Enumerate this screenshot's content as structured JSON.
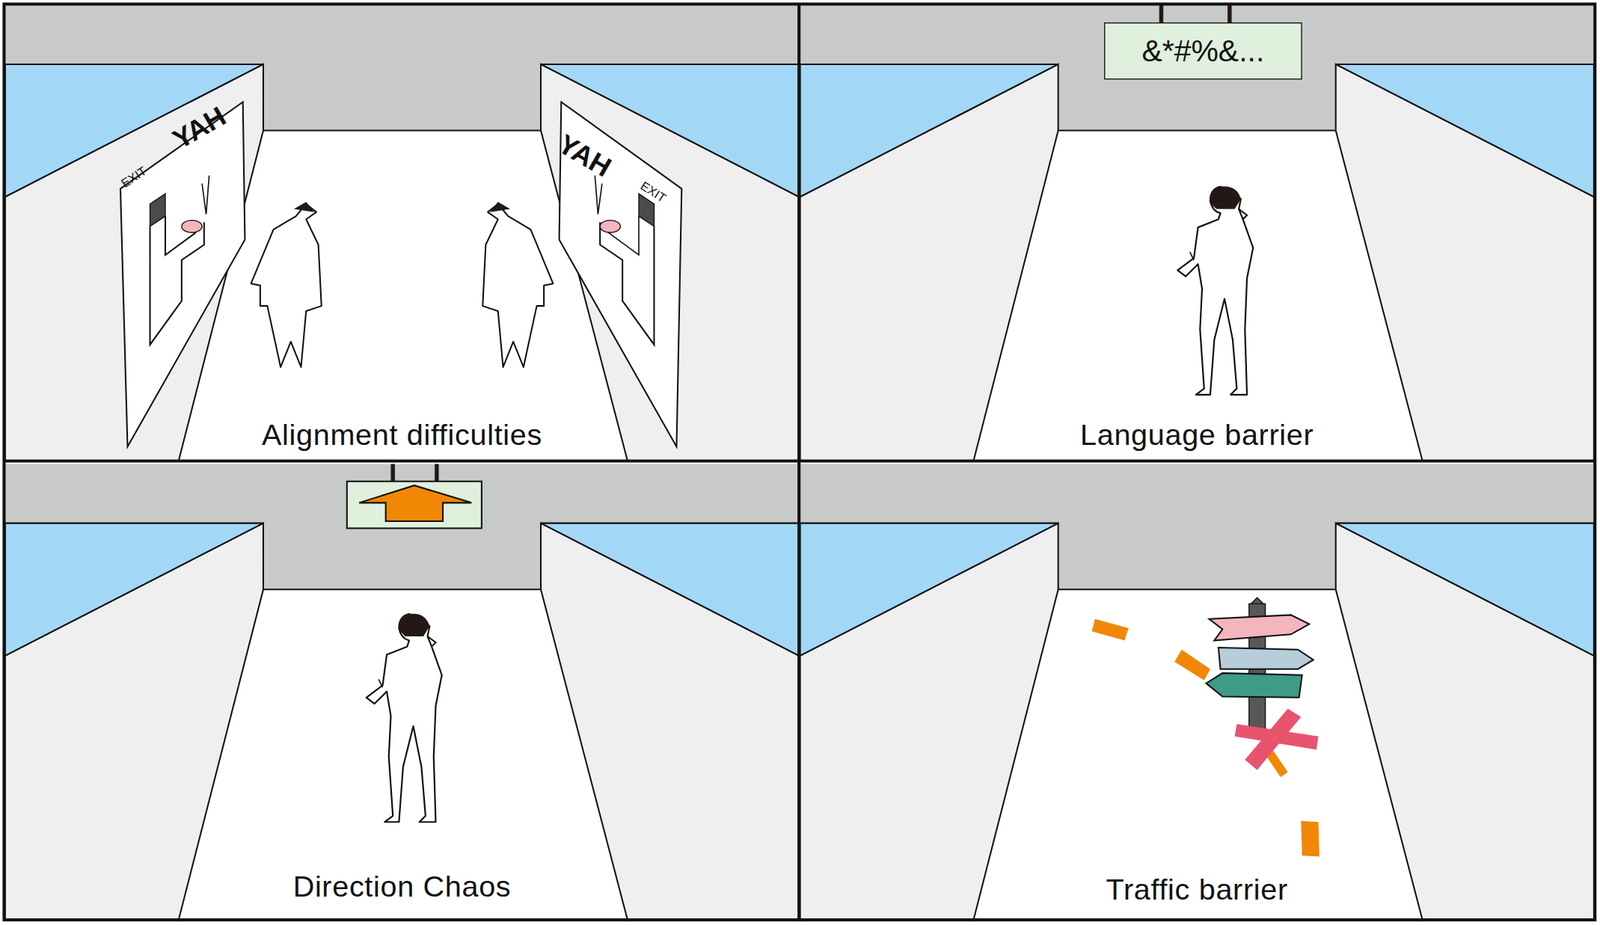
{
  "diagram": {
    "nodes": [
      {
        "text": [
          "YAH",
          "EXIT"
        ]
      },
      {
        "text": [
          "YAH",
          "EXIT"
        ]
      },
      {
        "text": [
          "&*#%&..."
        ]
      }
    ],
    "labels": [
      "Alignment difficulties",
      "Language barrier",
      "Direction Chaos",
      "Traffic barrier"
    ]
  }
}
